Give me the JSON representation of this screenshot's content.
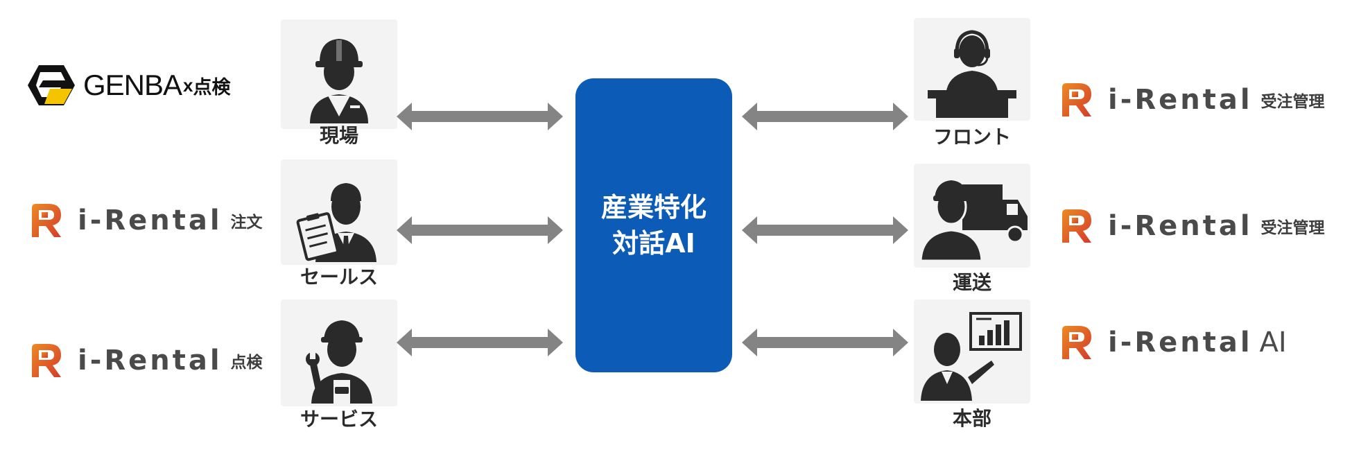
{
  "center": {
    "line1": "産業特化",
    "line2": "対話AI",
    "color": "#0c5bb6"
  },
  "left_roles": [
    {
      "label": "現場",
      "icon": "construction-worker-icon"
    },
    {
      "label": "セールス",
      "icon": "salesperson-clipboard-icon"
    },
    {
      "label": "サービス",
      "icon": "mechanic-wrench-icon"
    }
  ],
  "right_roles": [
    {
      "label": "フロント",
      "icon": "receptionist-headset-icon"
    },
    {
      "label": "運送",
      "icon": "delivery-truck-driver-icon"
    },
    {
      "label": "本部",
      "icon": "presenter-chart-icon"
    }
  ],
  "left_products": [
    {
      "name": "GENBA",
      "x": "x",
      "suffix": "点検"
    },
    {
      "name": "i-Rental",
      "suffix": "注文"
    },
    {
      "name": "i-Rental",
      "suffix": "点検"
    }
  ],
  "right_products": [
    {
      "name": "i-Rental",
      "suffix": "受注管理"
    },
    {
      "name": "i-Rental",
      "suffix": "受注管理"
    },
    {
      "name": "i-Rental",
      "suffix": "AI"
    }
  ],
  "colors": {
    "arrow": "#848484",
    "genba_yellow": "#f4c400",
    "rental_red": "#d43b2a",
    "rental_orange": "#ec8a24"
  }
}
